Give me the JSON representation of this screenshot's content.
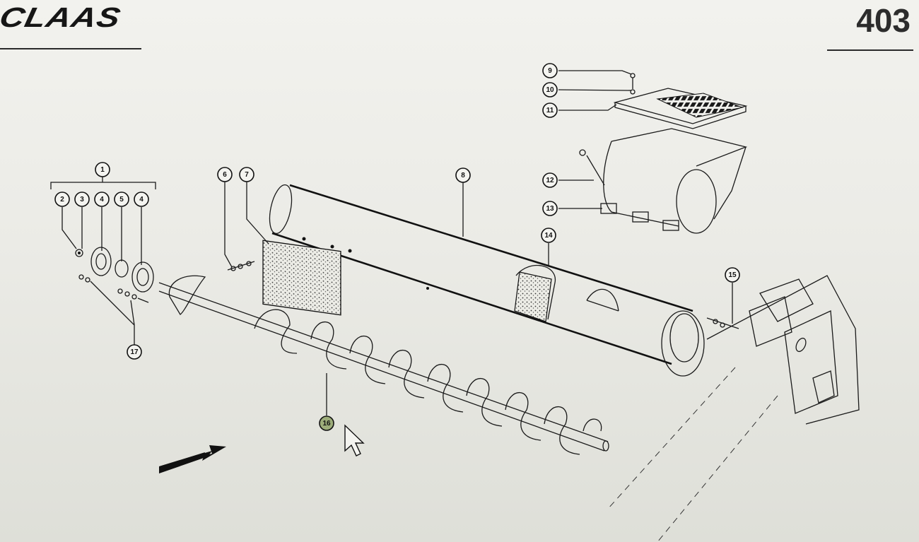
{
  "header": {
    "brand": "CLAAS",
    "page_number": "403"
  },
  "callouts": [
    {
      "label": "1"
    },
    {
      "label": "2"
    },
    {
      "label": "3"
    },
    {
      "label": "4"
    },
    {
      "label": "5"
    },
    {
      "label": "4"
    },
    {
      "label": "6"
    },
    {
      "label": "7"
    },
    {
      "label": "8"
    },
    {
      "label": "9"
    },
    {
      "label": "10"
    },
    {
      "label": "11"
    },
    {
      "label": "12"
    },
    {
      "label": "13"
    },
    {
      "label": "14"
    },
    {
      "label": "15"
    },
    {
      "label": "16",
      "highlighted": true
    },
    {
      "label": "17"
    }
  ],
  "colors": {
    "ink": "#111111",
    "paper": "#ebebe6",
    "highlight": "#9dad7a"
  },
  "icons": [
    "direction-arrow-icon",
    "mouse-cursor-icon"
  ]
}
